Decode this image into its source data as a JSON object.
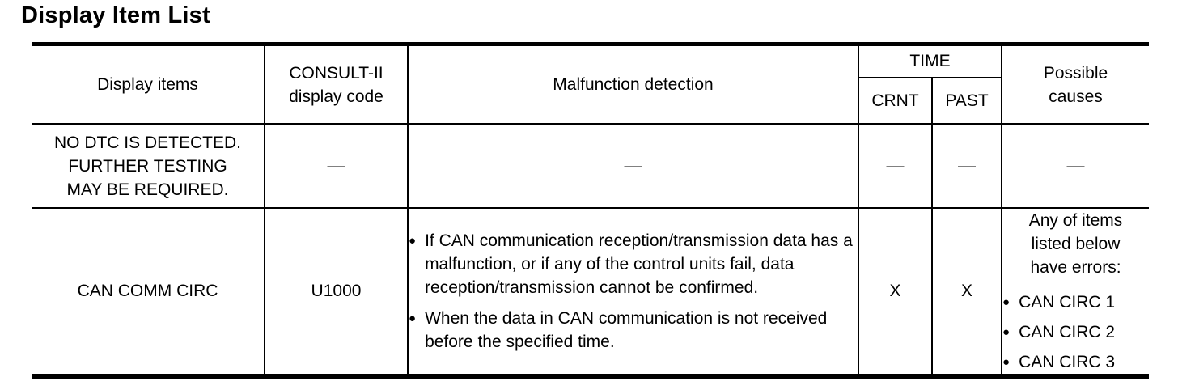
{
  "page_title": "Display Item List",
  "icons": {
    "bullet": "●"
  },
  "colors": {
    "text": "#000000",
    "background": "#ffffff",
    "border": "#000000"
  },
  "table": {
    "headers": {
      "display_items": "Display items",
      "consult_code": "CONSULT-II\ndisplay code",
      "malfunction": "Malfunction detection",
      "time": "TIME",
      "crnt": "CRNT",
      "past": "PAST",
      "possible_causes": "Possible\ncauses"
    },
    "rows": [
      {
        "display_item": "NO DTC IS DETECTED.\nFURTHER TESTING\nMAY BE REQUIRED.",
        "consult_code": "—",
        "malfunction": "—",
        "crnt": "—",
        "past": "—",
        "possible_causes": "—"
      },
      {
        "display_item": "CAN COMM CIRC",
        "consult_code": "U1000",
        "malfunction_bullets": [
          "If CAN communication reception/transmission data has a malfunction, or if any of the control units fail, data reception/transmission cannot be confirmed.",
          "When the data in CAN communication is not received before the specified time."
        ],
        "crnt": "X",
        "past": "X",
        "possible_causes_intro": "Any of items\nlisted below\nhave errors:",
        "possible_causes_bullets": [
          "CAN CIRC 1",
          "CAN CIRC 2",
          "CAN CIRC 3"
        ]
      }
    ]
  }
}
